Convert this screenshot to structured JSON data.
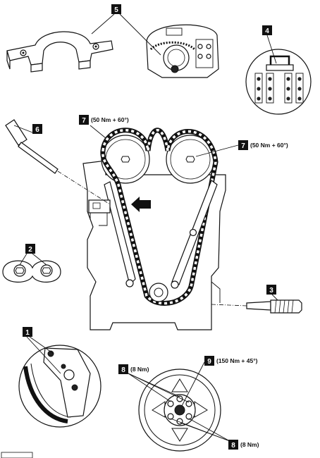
{
  "callouts": [
    {
      "id": "c5",
      "number": "5",
      "text": ""
    },
    {
      "id": "c4",
      "number": "4",
      "text": ""
    },
    {
      "id": "c6",
      "number": "6",
      "text": ""
    },
    {
      "id": "c7a",
      "number": "7",
      "text": "(50 Nm + 60°)"
    },
    {
      "id": "c7b",
      "number": "7",
      "text": "(50 Nm + 60°)"
    },
    {
      "id": "c2",
      "number": "2",
      "text": ""
    },
    {
      "id": "c3",
      "number": "3",
      "text": ""
    },
    {
      "id": "c1",
      "number": "1",
      "text": ""
    },
    {
      "id": "c8a",
      "number": "8",
      "text": "(8 Nm)"
    },
    {
      "id": "c9",
      "number": "9",
      "text": "(150 Nm + 45°)"
    },
    {
      "id": "c8b",
      "number": "8",
      "text": "(8 Nm)"
    }
  ],
  "colors": {
    "ink": "#111111",
    "paper": "#ffffff"
  }
}
